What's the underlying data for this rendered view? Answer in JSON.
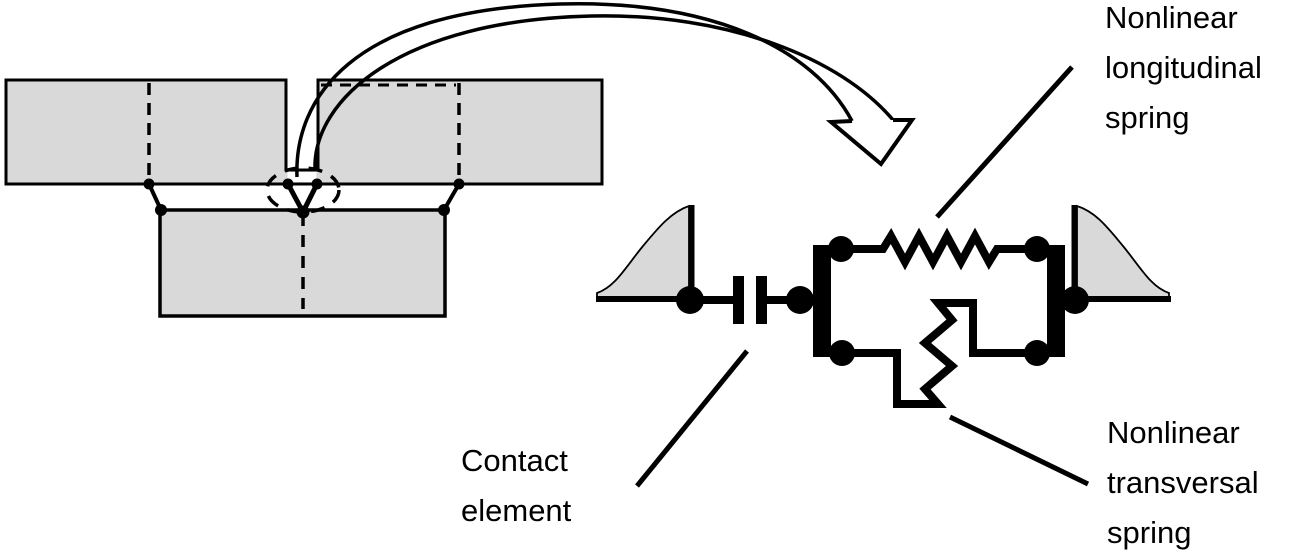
{
  "labels": {
    "longitudinal_spring": {
      "lines": [
        "Nonlinear",
        "longitudinal",
        "spring"
      ]
    },
    "contact_element": {
      "lines": [
        "Contact",
        "element"
      ]
    },
    "transversal_spring": {
      "lines": [
        "Nonlinear",
        "transversal",
        "spring"
      ]
    }
  },
  "colors": {
    "block_fill": "#D9D9D9",
    "line": "#000000",
    "background": "#FFFFFF"
  }
}
